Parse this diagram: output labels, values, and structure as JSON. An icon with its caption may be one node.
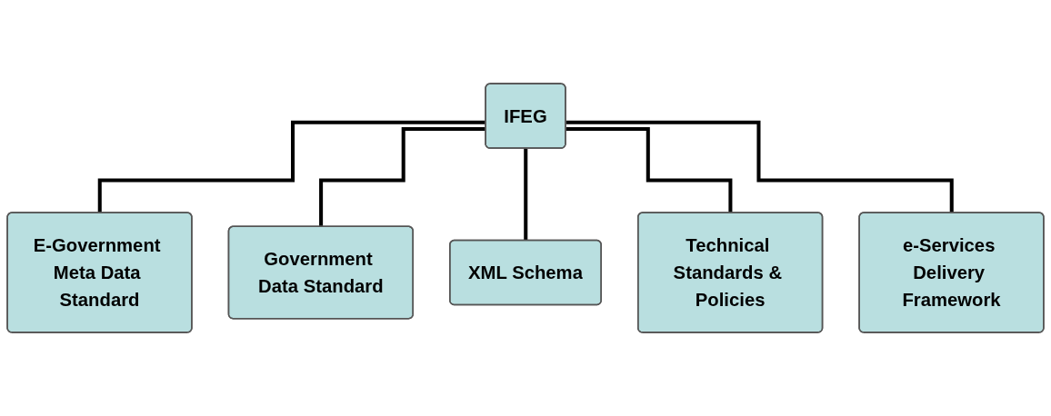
{
  "diagram": {
    "nodes": [
      {
        "text": [
          "IFEG"
        ]
      },
      {
        "text": [
          "E-Government Meta Data Standard"
        ]
      },
      {
        "text": [
          "Government Data Standard"
        ]
      },
      {
        "text": [
          "XML Schema"
        ]
      },
      {
        "text": [
          "Technical Standards & Policies"
        ]
      },
      {
        "text": [
          "e-Services Delivery Framework"
        ]
      }
    ],
    "edges": [
      {
        "from": 0,
        "to": 1,
        "arrow": "none"
      },
      {
        "from": 0,
        "to": 2,
        "arrow": "none"
      },
      {
        "from": 0,
        "to": 3,
        "arrow": "none"
      },
      {
        "from": 0,
        "to": 4,
        "arrow": "none"
      },
      {
        "from": 0,
        "to": 5,
        "arrow": "none"
      }
    ]
  }
}
